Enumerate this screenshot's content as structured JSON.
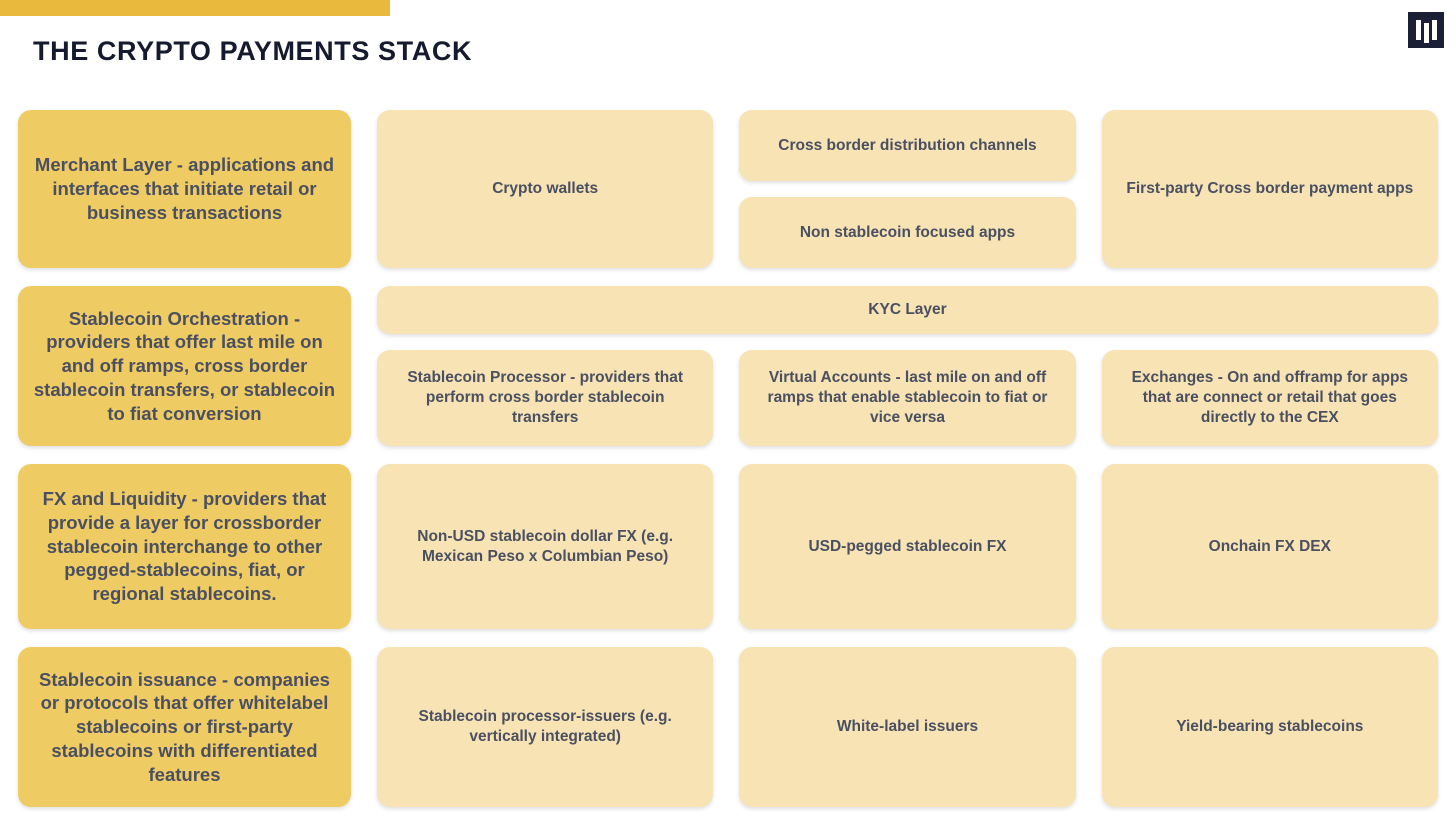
{
  "header": {
    "title": "THE CRYPTO PAYMENTS STACK",
    "accent_color": "#e8b93c",
    "title_color": "#161a2e",
    "logo_name": "three-vertical-bars-logo"
  },
  "theme": {
    "card_dark": "#efcb63",
    "card_light": "#f7e3b4",
    "card_text": "#4a5061",
    "background": "#ffffff"
  },
  "rows": [
    {
      "label": "Merchant Layer  - applications and interfaces that initiate retail or business transactions",
      "cells": [
        {
          "cards": [
            "Crypto wallets"
          ]
        },
        {
          "cards": [
            "Cross border distribution channels",
            "Non stablecoin focused apps"
          ]
        },
        {
          "cards": [
            "First-party Cross border payment apps"
          ]
        }
      ]
    },
    {
      "label": "Stablecoin Orchestration - providers that offer last mile on and off ramps, cross border stablecoin transfers, or stablecoin to fiat conversion",
      "banner": "KYC Layer",
      "cells": [
        {
          "cards": [
            "Stablecoin Processor - providers that perform cross border stablecoin transfers"
          ]
        },
        {
          "cards": [
            "Virtual Accounts - last mile on and off ramps that enable stablecoin to fiat or vice versa"
          ]
        },
        {
          "cards": [
            "Exchanges - On and offramp for apps that are connect or retail that goes directly to the CEX"
          ]
        }
      ]
    },
    {
      "label": "FX and Liquidity - providers that provide a layer for crossborder stablecoin interchange to other pegged-stablecoins, fiat, or regional stablecoins.",
      "cells": [
        {
          "cards": [
            "Non-USD stablecoin dollar FX (e.g. Mexican Peso x Columbian Peso)"
          ]
        },
        {
          "cards": [
            "USD-pegged stablecoin FX"
          ]
        },
        {
          "cards": [
            "Onchain FX DEX"
          ]
        }
      ]
    },
    {
      "label": "Stablecoin issuance - companies or protocols that offer whitelabel stablecoins or first-party stablecoins with differentiated features",
      "cells": [
        {
          "cards": [
            "Stablecoin processor-issuers (e.g. vertically integrated)"
          ]
        },
        {
          "cards": [
            "White-label issuers"
          ]
        },
        {
          "cards": [
            "Yield-bearing stablecoins"
          ]
        }
      ]
    }
  ]
}
